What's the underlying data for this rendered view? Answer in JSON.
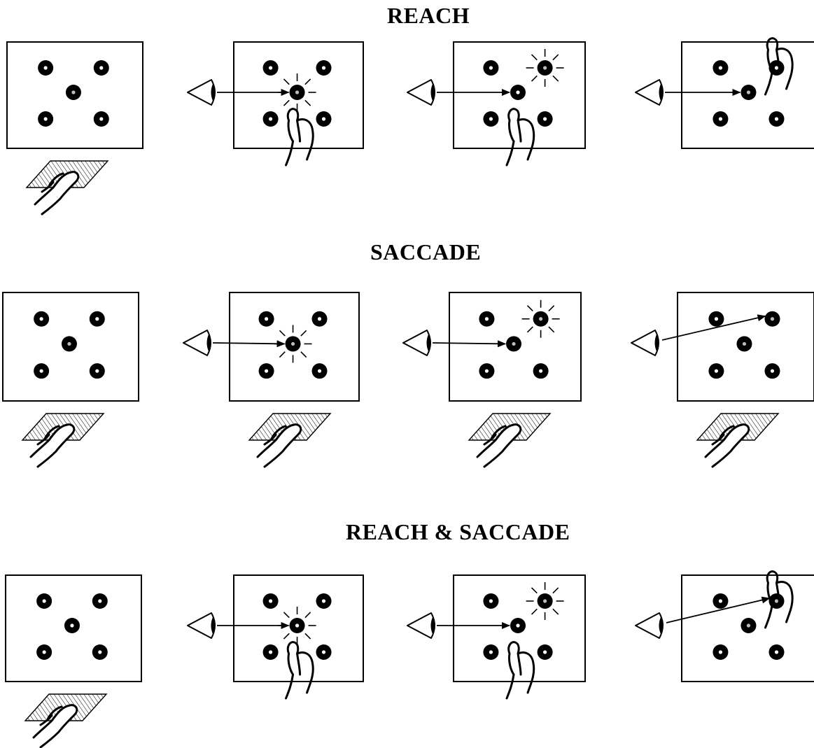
{
  "rows": [
    {
      "title": "REACH",
      "panels": [
        {
          "stage": "start",
          "eye": false,
          "gaze": "none",
          "hand": "pad",
          "flash": "none",
          "dot_grey": "center"
        },
        {
          "stage": "fixate",
          "eye": true,
          "gaze": "center",
          "hand": "center",
          "flash": "center",
          "dot_grey": "center"
        },
        {
          "stage": "cue",
          "eye": true,
          "gaze": "center",
          "hand": "center",
          "flash": "target",
          "dot_grey": "target"
        },
        {
          "stage": "response",
          "eye": true,
          "gaze": "center",
          "hand": "target",
          "flash": "none",
          "dot_grey": "center"
        }
      ]
    },
    {
      "title": "SACCADE",
      "panels": [
        {
          "stage": "start",
          "eye": false,
          "gaze": "none",
          "hand": "pad",
          "flash": "none",
          "dot_grey": "center"
        },
        {
          "stage": "fixate",
          "eye": true,
          "gaze": "center",
          "hand": "pad",
          "flash": "center",
          "dot_grey": "center"
        },
        {
          "stage": "cue",
          "eye": true,
          "gaze": "center",
          "hand": "pad",
          "flash": "target",
          "dot_grey": "both"
        },
        {
          "stage": "response",
          "eye": true,
          "gaze": "target",
          "hand": "pad",
          "flash": "none",
          "dot_grey": "both"
        }
      ]
    },
    {
      "title": "REACH & SACCADE",
      "panels": [
        {
          "stage": "start",
          "eye": false,
          "gaze": "none",
          "hand": "pad",
          "flash": "none",
          "dot_grey": "none"
        },
        {
          "stage": "fixate",
          "eye": true,
          "gaze": "center",
          "hand": "center",
          "flash": "center",
          "dot_grey": "none"
        },
        {
          "stage": "cue",
          "eye": true,
          "gaze": "center",
          "hand": "center",
          "flash": "target",
          "dot_grey": "target"
        },
        {
          "stage": "response",
          "eye": true,
          "gaze": "target",
          "hand": "target",
          "flash": "none",
          "dot_grey": "both"
        }
      ]
    }
  ],
  "colors": {
    "ink": "#000000",
    "white_center": "#ffffff",
    "grey_center": "#bdbdbd",
    "background": "#ffffff"
  }
}
